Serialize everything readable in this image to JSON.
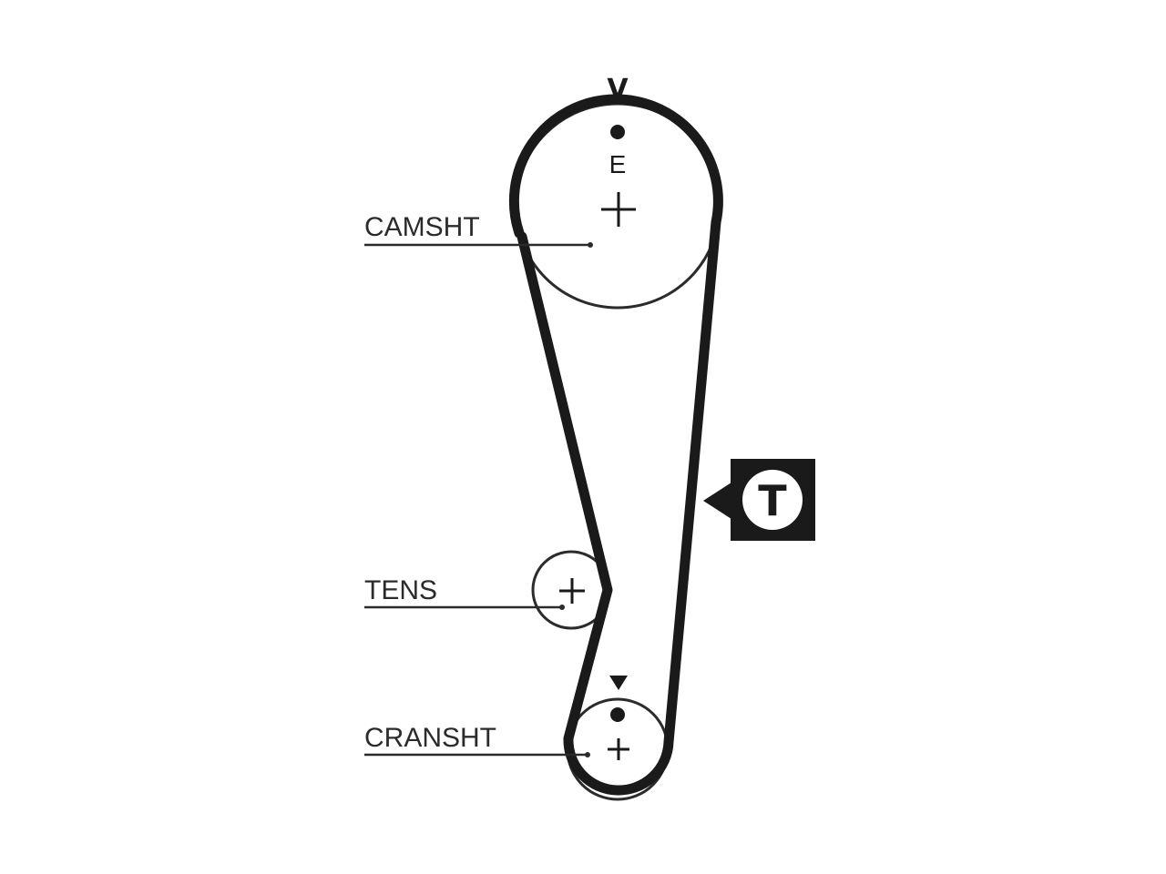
{
  "labels": {
    "camshaft": "CAMSHT",
    "tensioner": "TENS",
    "crankshaft": "CRANSHT"
  },
  "marks": {
    "valve_mark": "V",
    "engine_mark": "E",
    "tension_badge": "T"
  },
  "colors": {
    "belt": "#1a1a1a",
    "pulley_outline": "#2b2b2b",
    "background": "#ffffff"
  },
  "icons": {
    "tension_badge_icon": "tension-badge-icon",
    "timing_arrow_icon": "triangle-down-icon"
  }
}
